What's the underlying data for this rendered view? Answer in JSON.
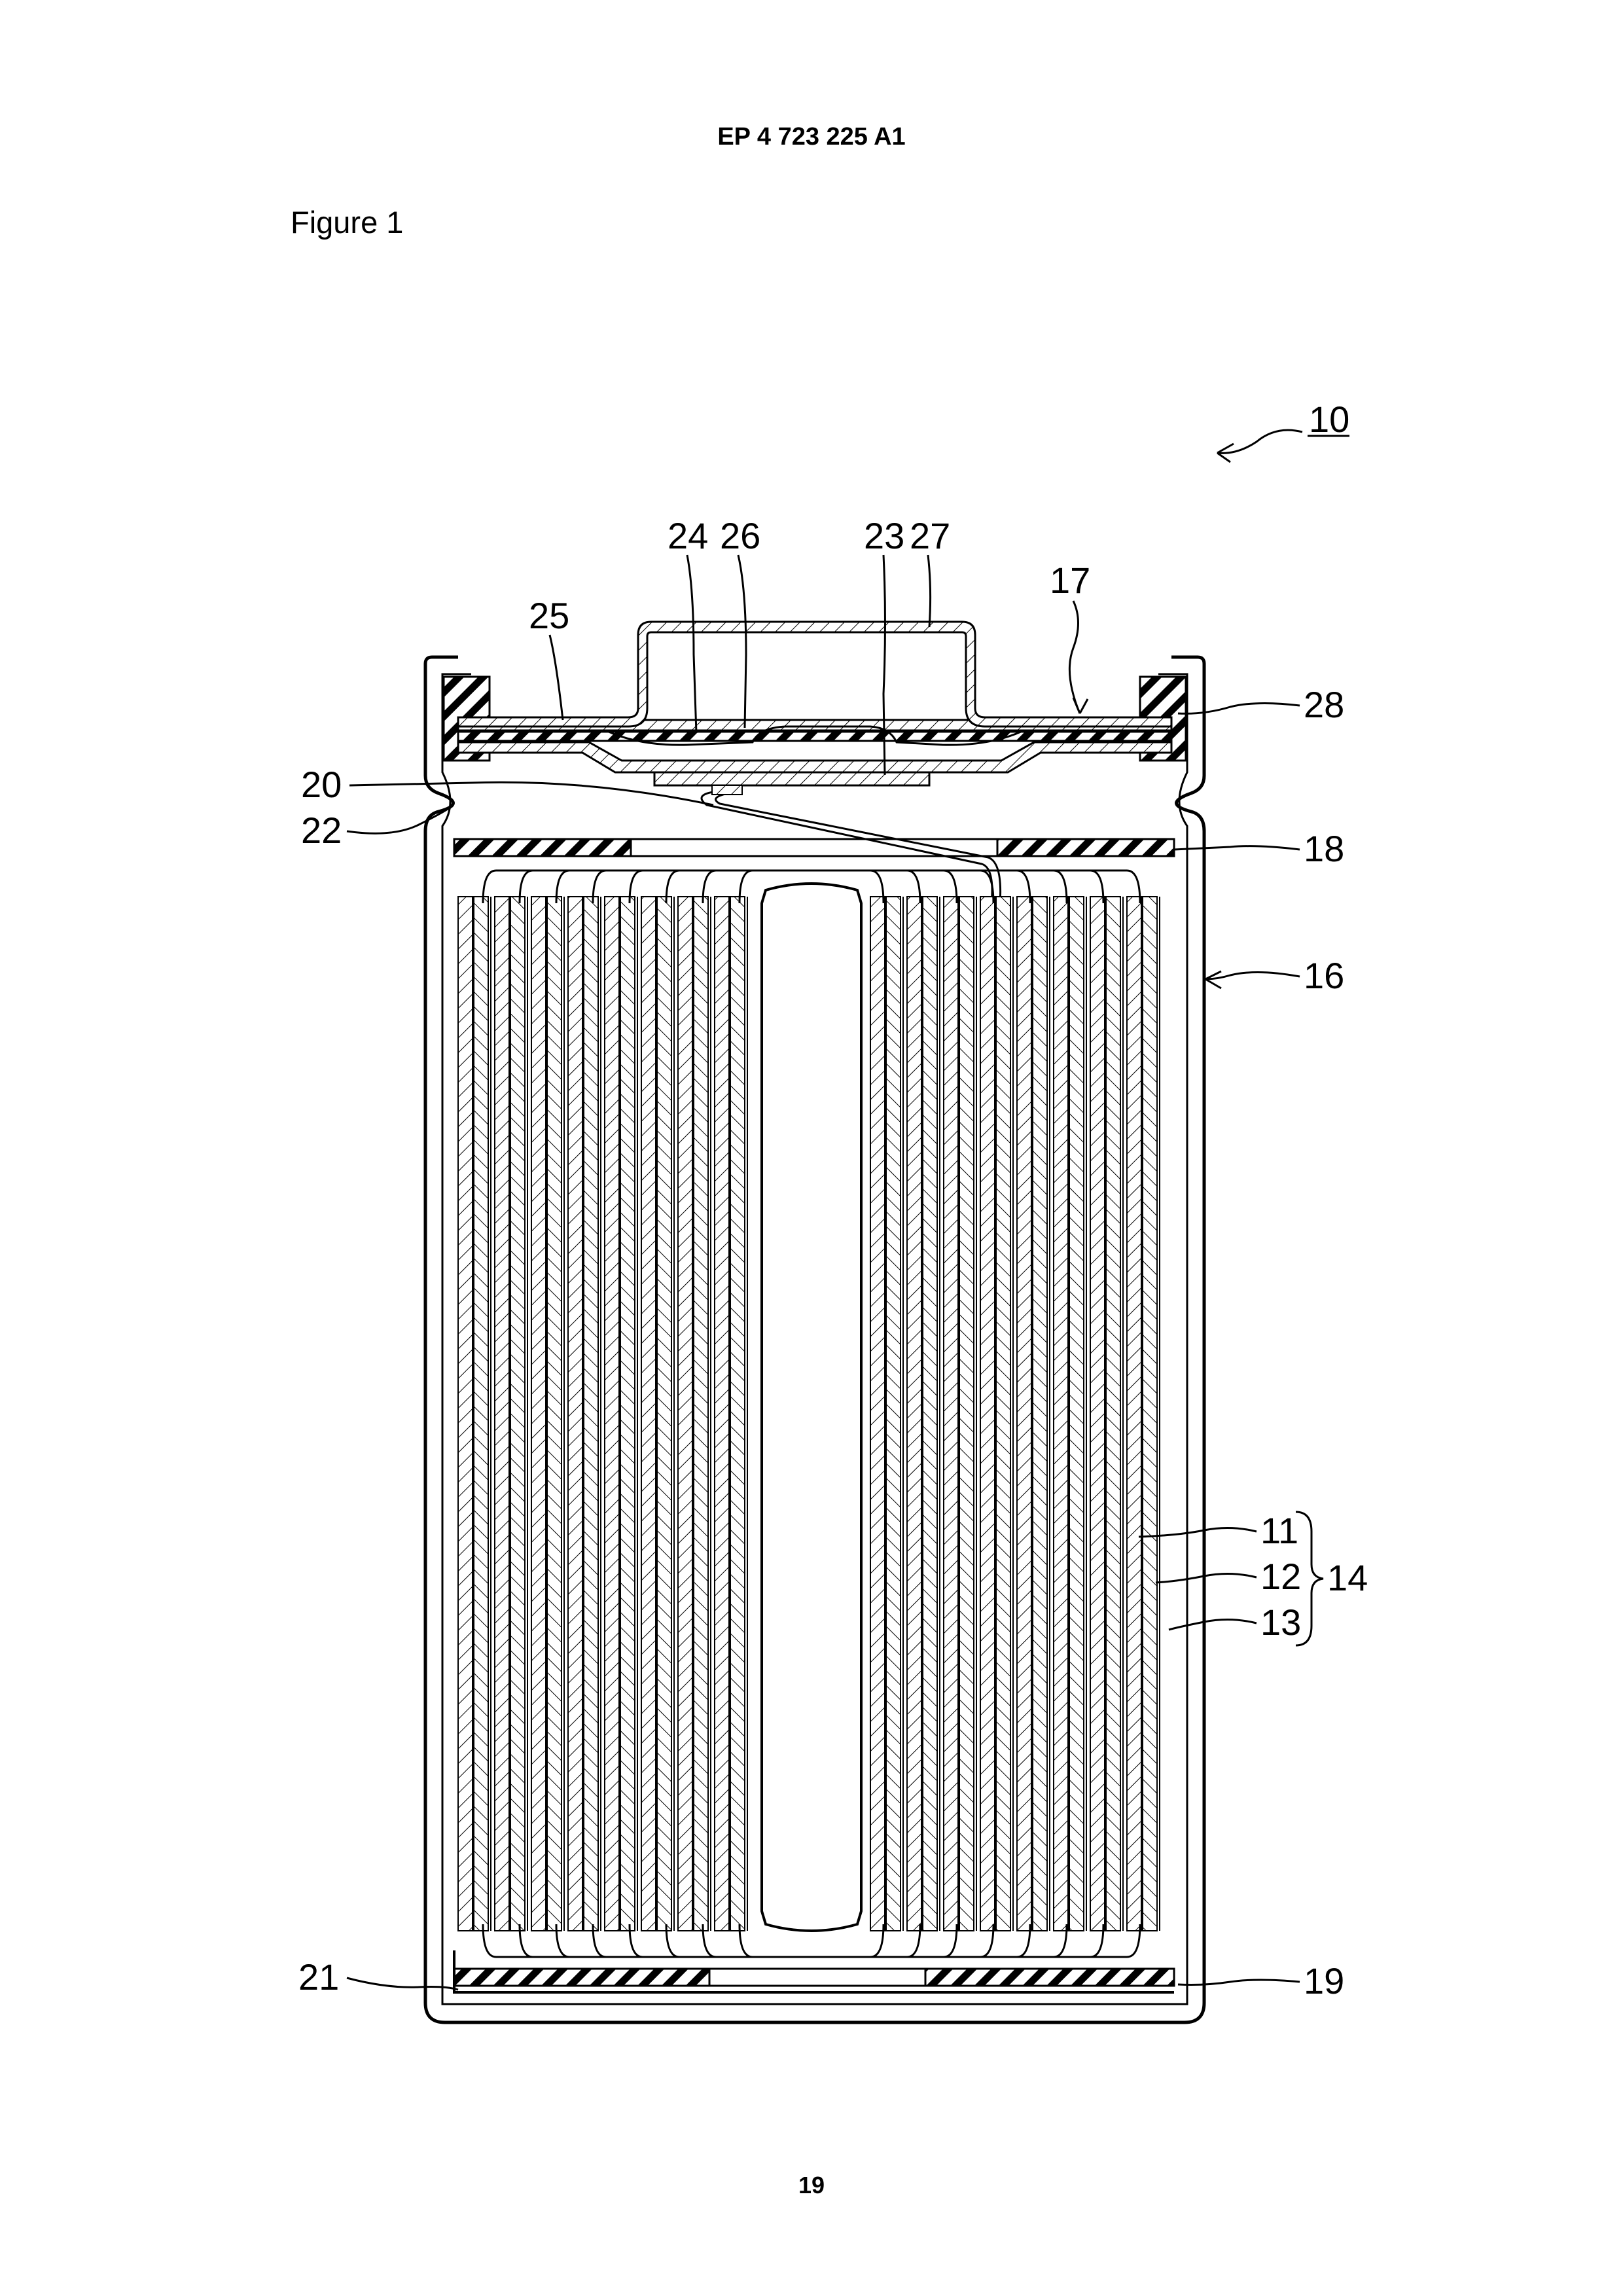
{
  "header": {
    "patent_number": "EP 4 723 225 A1"
  },
  "figure": {
    "caption": "Figure 1"
  },
  "footer": {
    "page_number": "19"
  },
  "reference_numerals": {
    "battery": "10",
    "positive_electrode": "11",
    "negative_electrode": "12",
    "separator": "13",
    "electrode_assembly": "14",
    "exterior_can": "16",
    "sealing_assembly": "17",
    "upper_insulating_plate": "18",
    "lower_insulating_plate": "19",
    "positive_lead": "20",
    "negative_lead": "21",
    "grooved_portion": "22",
    "internal_terminal_plate": "23",
    "lower_vent_member": "24",
    "insulating_member": "25",
    "upper_vent_member": "26",
    "cap": "27",
    "gasket": "28"
  }
}
